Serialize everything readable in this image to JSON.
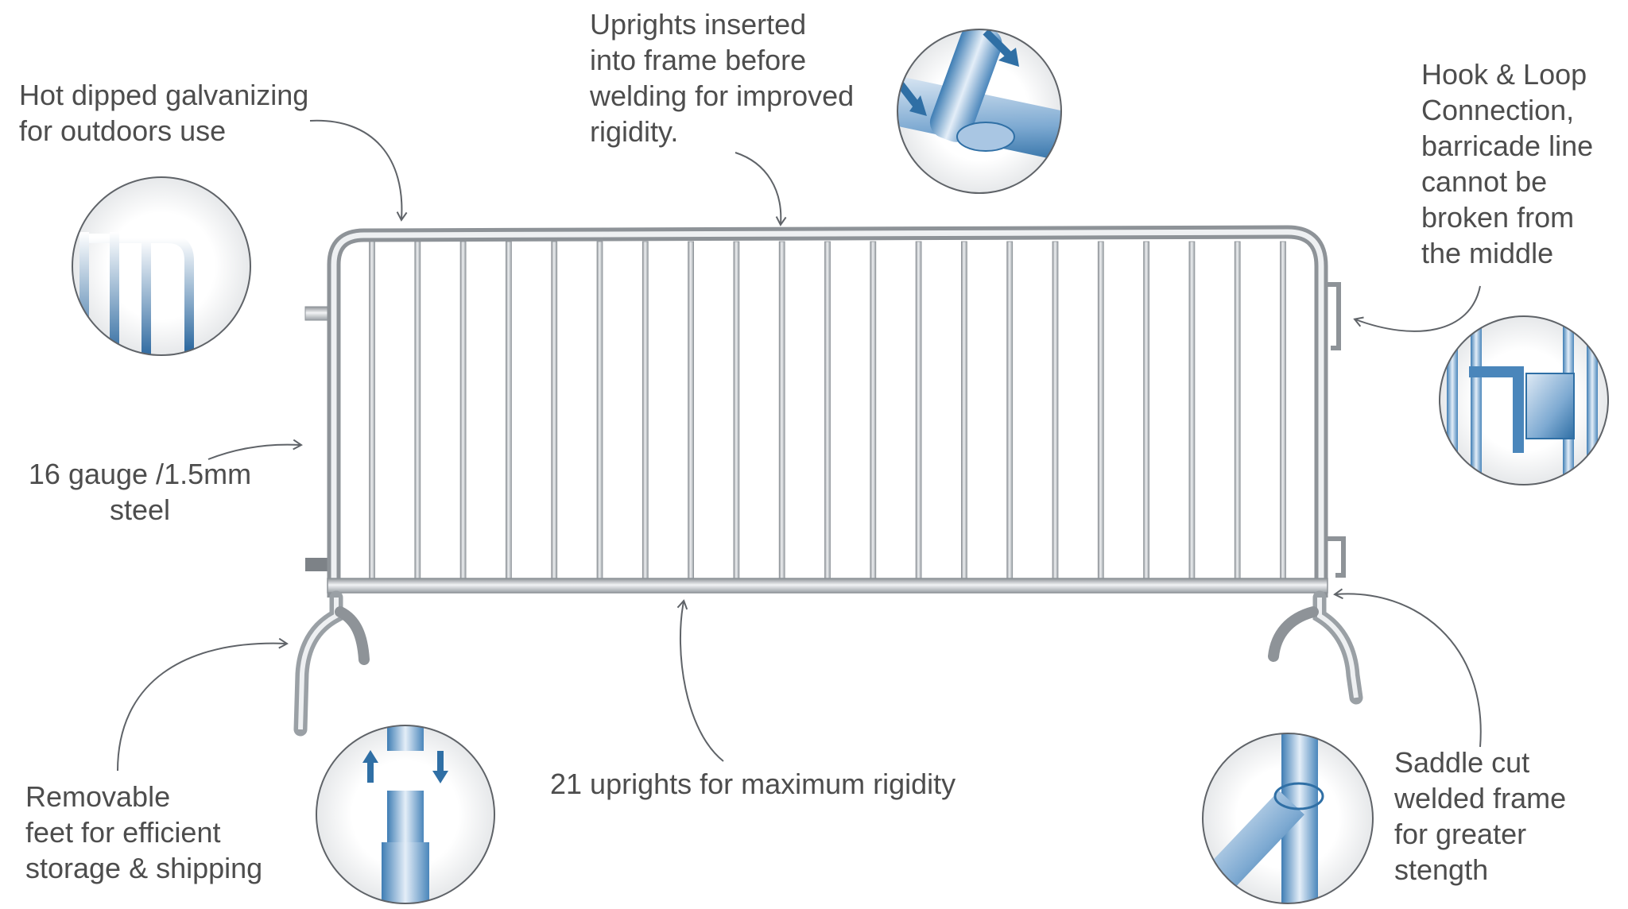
{
  "callouts": {
    "galvanizing": {
      "lines": [
        "Hot dipped galvanizing",
        "for outdoors use"
      ]
    },
    "uprights_inserted": {
      "lines": [
        "Uprights inserted",
        "into frame before",
        "welding for improved",
        "rigidity."
      ]
    },
    "hook_loop": {
      "lines": [
        "Hook & Loop",
        "Connection,",
        "barricade line",
        "cannot be",
        "broken from",
        "the middle"
      ]
    },
    "gauge": {
      "lines": [
        "16 gauge /1.5mm",
        "steel"
      ]
    },
    "removable_feet": {
      "lines": [
        "Removable",
        "feet for efficient",
        "storage & shipping"
      ]
    },
    "uprights_count": {
      "lines": [
        "21 uprights for maximum rigidity"
      ]
    },
    "saddle_cut": {
      "lines": [
        "Saddle cut",
        "welded frame",
        "for greater",
        "stength"
      ]
    }
  },
  "barricade": {
    "upright_count": 21
  },
  "colors": {
    "text": "#4d4d4d",
    "steel": "#c4c8cc",
    "steel_dark": "#8e9398",
    "detail_blue": "#2f6fa5",
    "detail_light": "#dbe9f5",
    "arrow": "#5f6368"
  },
  "icons": [
    "galvanized-corner-detail-icon",
    "weld-insert-detail-icon",
    "hook-loop-detail-icon",
    "removable-foot-detail-icon",
    "saddle-cut-detail-icon"
  ]
}
